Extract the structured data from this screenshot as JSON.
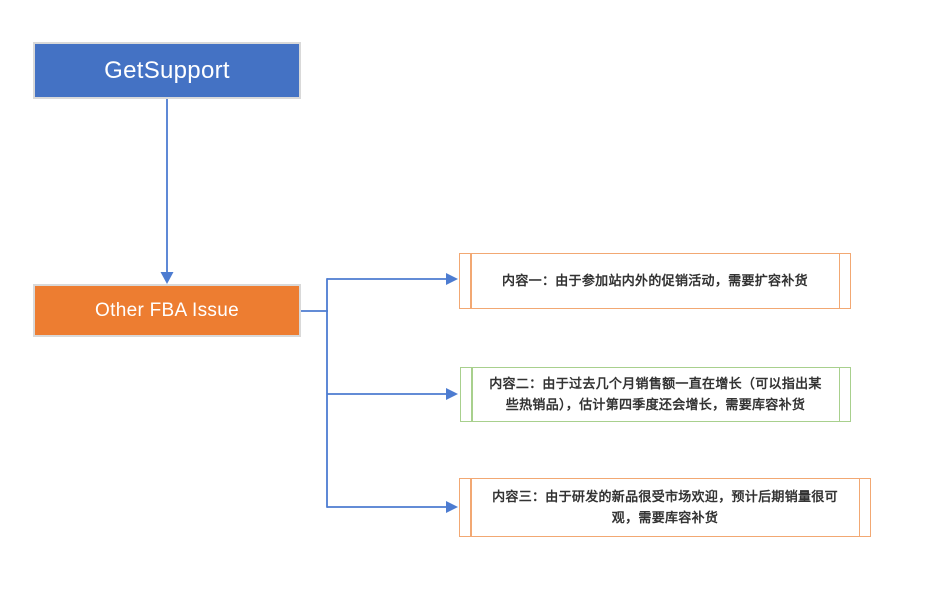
{
  "diagram": {
    "background": "#FFFFFF",
    "connector_color": "#4D7CD1",
    "nodes": [
      {
        "id": "get-support",
        "label": "GetSupport",
        "fill": "#4472C4",
        "text_color": "#FFFFFF",
        "outline_color": "#D9D9D9"
      },
      {
        "id": "other-fba-issue",
        "label": "Other FBA Issue",
        "fill": "#ED7D31",
        "text_color": "#FFFFFF",
        "outline_color": "#D9D9D9"
      }
    ],
    "content_boxes": [
      {
        "id": "content-1",
        "label": "内容一：由于参加站内外的促销活动，需要扩容补货",
        "border_color": "#F2A873",
        "text_color": "#333333"
      },
      {
        "id": "content-2",
        "label": "内容二：由于过去几个月销售额一直在增长（可以指出某些热销品），估计第四季度还会增长，需要库容补货",
        "border_color": "#A8D08D",
        "text_color": "#333333"
      },
      {
        "id": "content-3",
        "label": "内容三：由于研发的新品很受市场欢迎，预计后期销量很可观，需要库容补货",
        "border_color": "#F2A873",
        "text_color": "#333333"
      }
    ]
  }
}
